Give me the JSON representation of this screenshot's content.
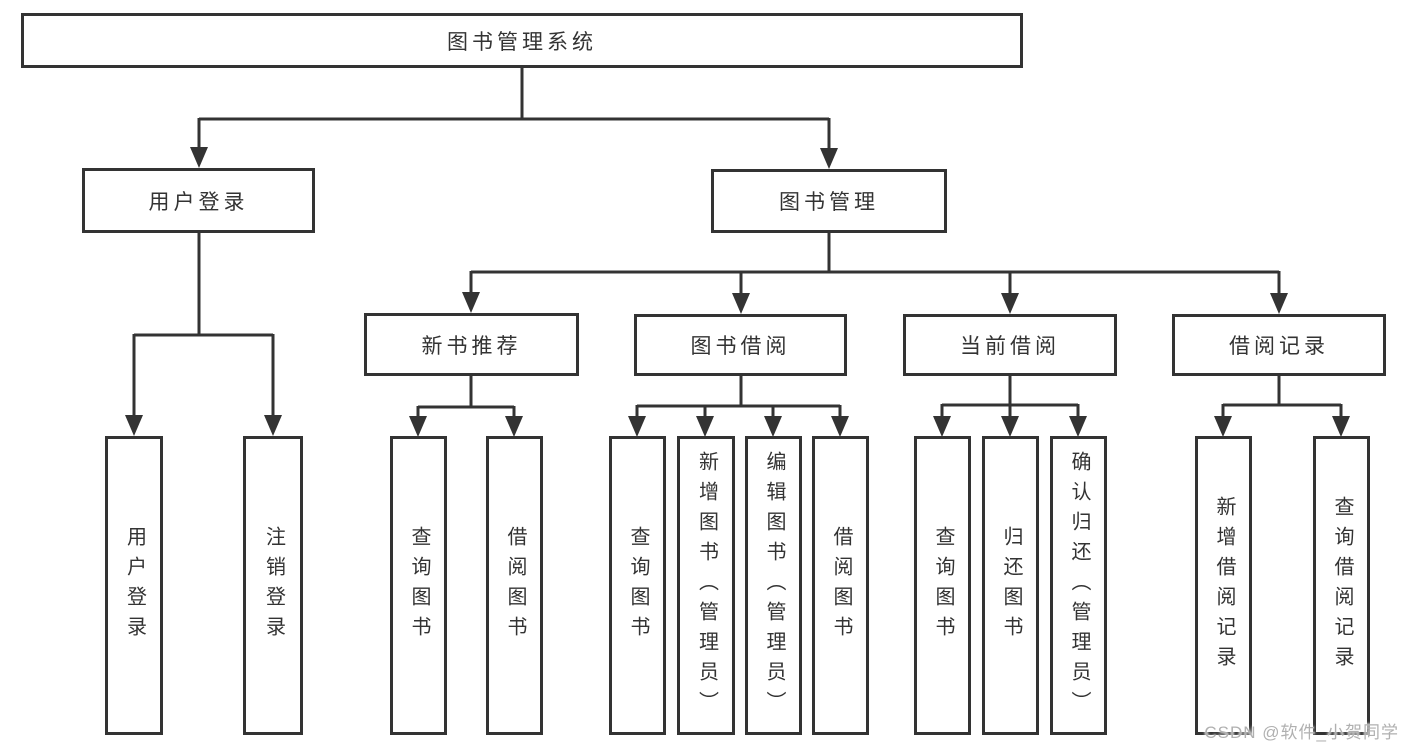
{
  "diagram": {
    "root": {
      "label": "图书管理系统"
    },
    "branches": [
      {
        "label": "用户登录",
        "children": [
          "用户登录",
          "注销登录"
        ]
      },
      {
        "label": "图书管理",
        "groups": [
          {
            "label": "新书推荐",
            "children": [
              "查询图书",
              "借阅图书"
            ]
          },
          {
            "label": "图书借阅",
            "children": [
              "查询图书",
              "新增图书（管理员）",
              "编辑图书（管理员）",
              "借阅图书"
            ]
          },
          {
            "label": "当前借阅",
            "children": [
              "查询图书",
              "归还图书",
              "确认归还（管理员）"
            ]
          },
          {
            "label": "借阅记录",
            "children": [
              "新增借阅记录",
              "查询借阅记录"
            ]
          }
        ]
      }
    ],
    "watermark": "CSDN @软件_小贺同学",
    "colors": {
      "line": "#333333",
      "text": "#333333",
      "background": "#ffffff",
      "watermark": "#b0b0b0"
    }
  }
}
